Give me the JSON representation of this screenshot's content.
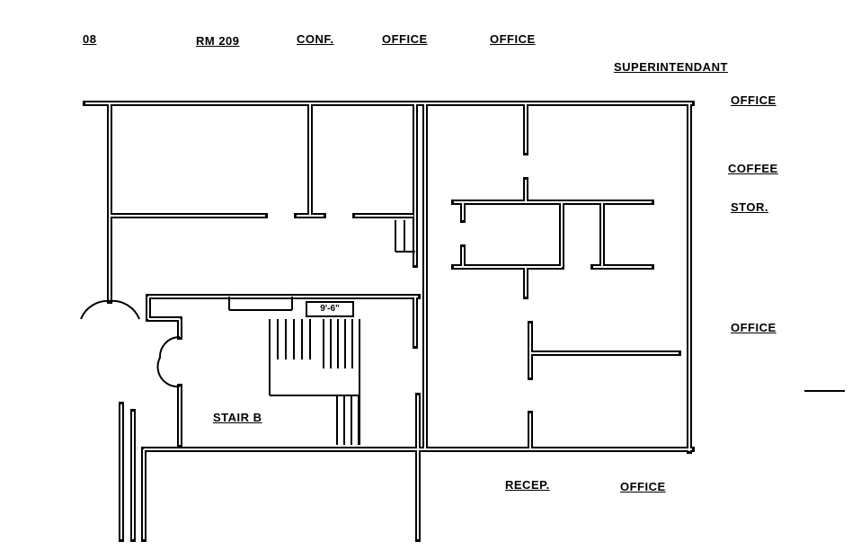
{
  "labels": {
    "rm_208_partial": "08",
    "rm_209": "RM 209",
    "conf": "CONF.",
    "office_1": "OFFICE",
    "office_2": "OFFICE",
    "superintendant": "SUPERINTENDANT",
    "office_3": "OFFICE",
    "coffee": "COFFEE",
    "stor": "STOR.",
    "office_4": "OFFICE",
    "stair_b": "STAIR B",
    "recep": "RECEP.",
    "office_5": "OFFICE"
  },
  "dimension": "9'-6\""
}
